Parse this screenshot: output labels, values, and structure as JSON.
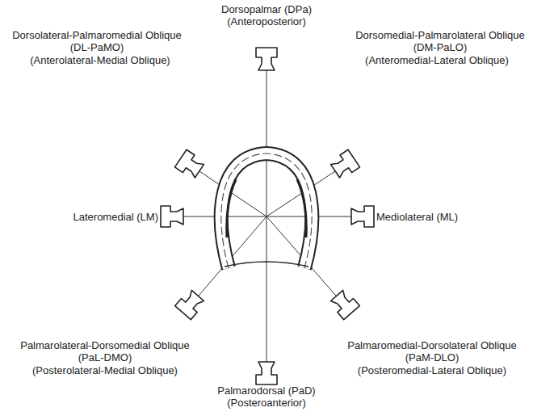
{
  "diagram": {
    "labels": [
      "Dorsopalmar (DPa)",
      "(Anteroposterior)",
      "Dorsolateral-Palmaromedial Oblique (DL-PaMO)",
      "(Anterolateral-Medial Oblique)",
      "Dorsomedial-Palmarolateral Oblique (DM-PaLO)",
      "(Anteromedial-Lateral Oblique)",
      "Lateromedial (LM)",
      "Mediolateral (ML)",
      "Palmarolateral-Dorsomedial Oblique (PaL-DMO)",
      "(Posterolateral-Medial Oblique)",
      "Palmaromedial-Dorsolateral Oblique (PaM-DLO)",
      "(Posteromedial-Lateral Oblique)",
      "Palmarodorsal (PaD)",
      "(Posteroanterior)"
    ]
  }
}
